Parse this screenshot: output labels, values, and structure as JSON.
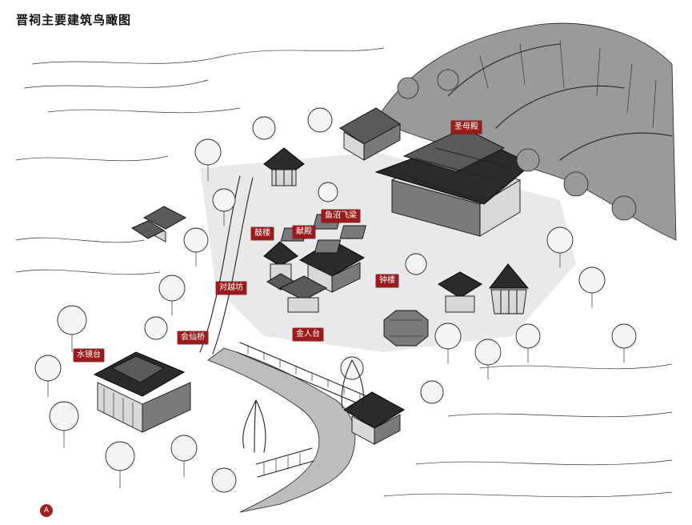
{
  "map": {
    "title": "晋祠主要建筑鸟瞰图",
    "corner_mark": "A",
    "labels": {
      "shengmudian": "圣母殿",
      "yuzhaofeiliang": "鱼沼飞梁",
      "gulou": "鼓楼",
      "xiandian": "献殿",
      "zhonglou": "钟楼",
      "duiyuefang": "对越坊",
      "jinrentai": "金人台",
      "huixianqiao": "会仙桥",
      "shuijingtai": "水镜台"
    },
    "colors": {
      "label_bg": "#9b1b1b",
      "label_text": "#ffffff",
      "ink": "#222222"
    }
  }
}
